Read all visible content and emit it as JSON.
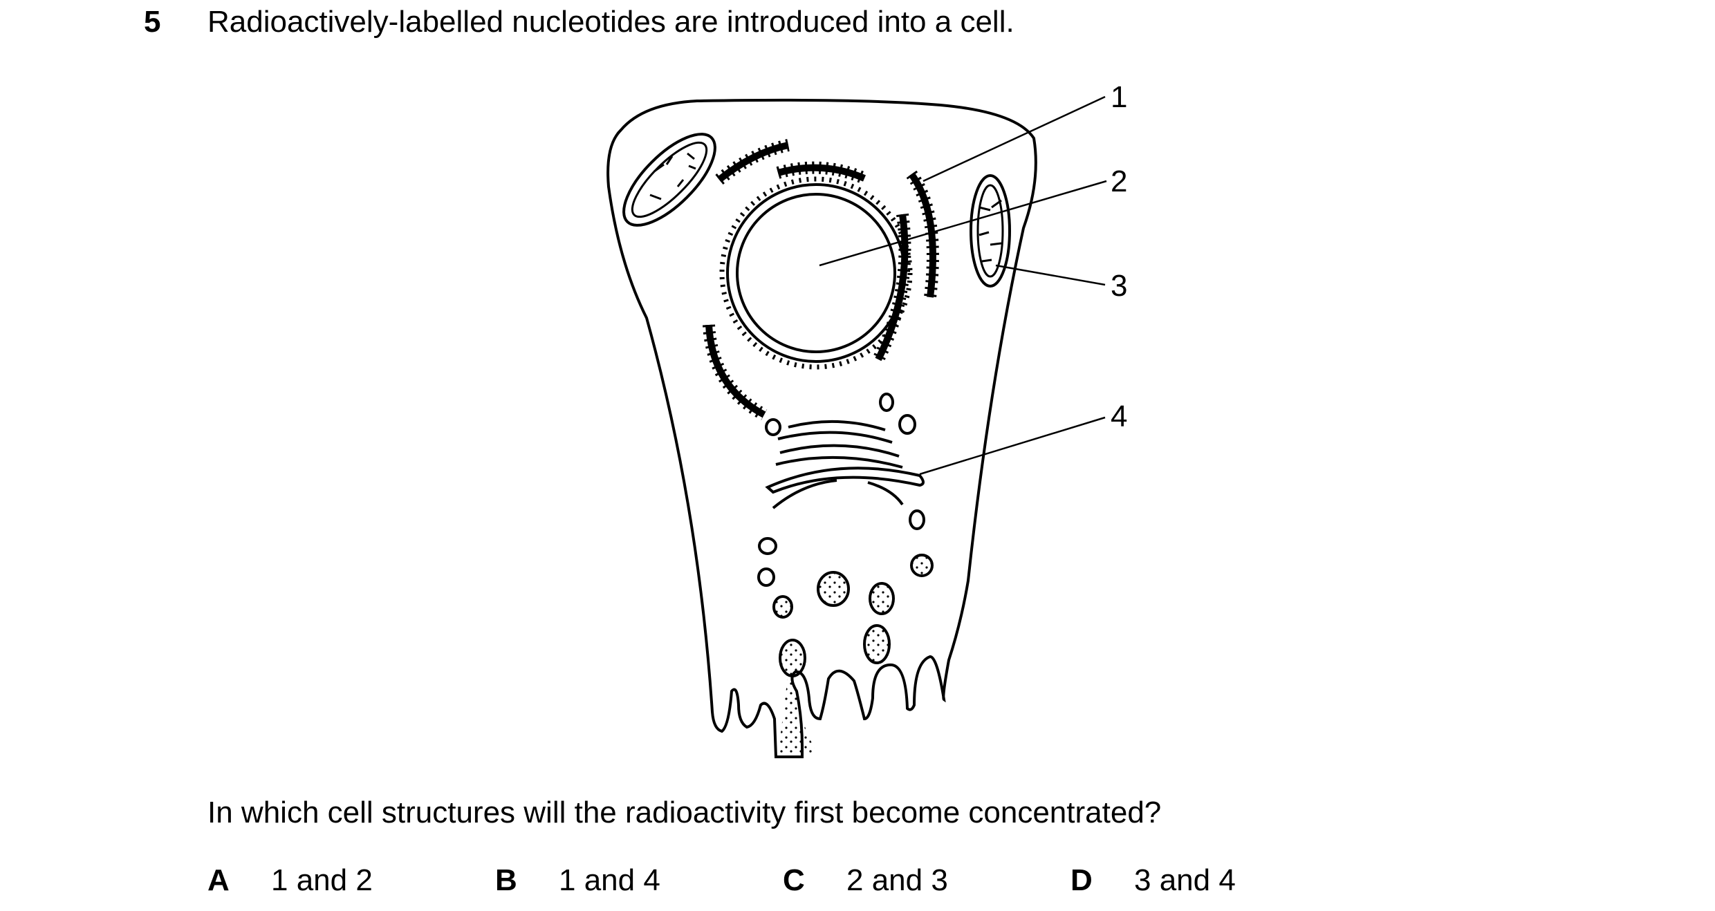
{
  "question": {
    "number": "5",
    "stem": "Radioactively-labelled nucleotides are introduced into a cell.",
    "prompt": "In which cell structures will the radioactivity first become concentrated?"
  },
  "figure": {
    "labels": [
      "1",
      "2",
      "3",
      "4"
    ]
  },
  "options": [
    {
      "letter": "A",
      "text": "1 and 2"
    },
    {
      "letter": "B",
      "text": "1 and 4"
    },
    {
      "letter": "C",
      "text": "2 and 3"
    },
    {
      "letter": "D",
      "text": "3 and 4"
    }
  ]
}
